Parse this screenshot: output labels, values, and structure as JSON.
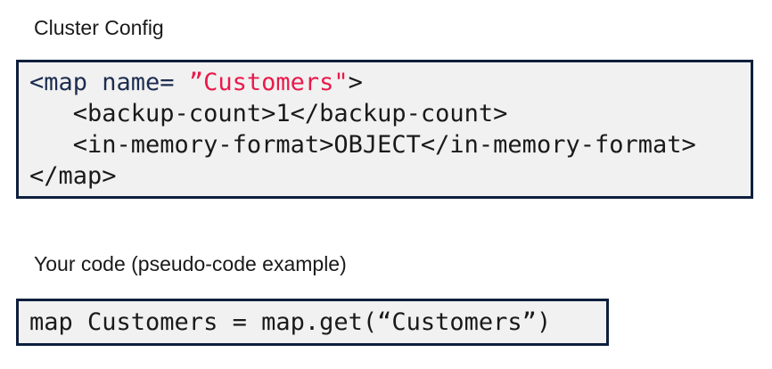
{
  "colors": {
    "page_bg": "#ffffff",
    "code_bg": "#f1f1f1",
    "border_navy": "#0e1f3e",
    "tag_navy": "#1d2d50",
    "accent_red": "#e91a4b",
    "text_black": "#1a1a1a"
  },
  "cluster_config": {
    "heading": "Cluster Config",
    "code": {
      "line1": {
        "tag_open": "<map name= ",
        "attr_value": "”Customers\"",
        "tag_close": ">"
      },
      "line2": "   <backup-count>1</backup-count>",
      "line3": "   <in-memory-format>OBJECT</in-memory-format>",
      "line4": "</map>"
    }
  },
  "your_code": {
    "heading": "Your code (pseudo-code example)",
    "code_line": "map Customers = map.get(“Customers”)"
  }
}
